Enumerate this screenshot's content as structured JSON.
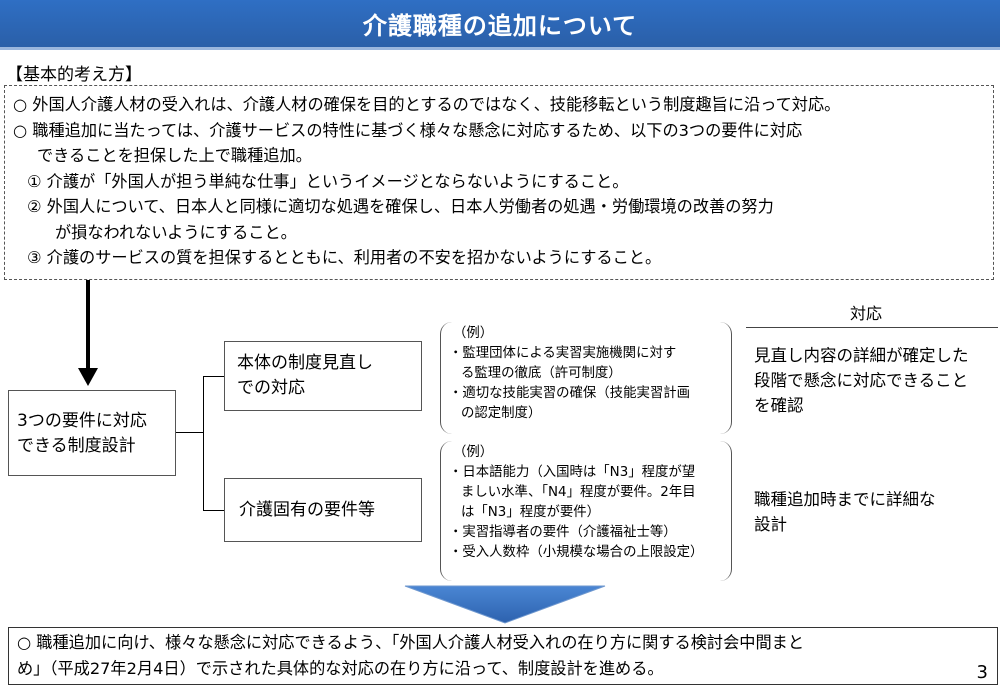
{
  "title": "介護職種の追加について",
  "basic_heading": "【基本的考え方】",
  "principles": {
    "line1": "○ 外国人介護人材の受入れは、介護人材の確保を目的とするのではなく、技能移転という制度趣旨に沿って対応。",
    "line2": "○ 職種追加に当たっては、介護サービスの特性に基づく様々な懸念に対応するため、以下の3つの要件に対応",
    "line2_cont": "できることを担保した上で職種追加。",
    "req1": "① 介護が「外国人が担う単純な仕事」というイメージとならないようにすること。",
    "req2": "② 外国人について、日本人と同様に適切な処遇を確保し、日本人労働者の処遇・労働環境の改善の努力",
    "req2_cont": "が損なわれないようにすること。",
    "req3": "③ 介護のサービスの質を担保するとともに、利用者の不安を招かないようにすること。"
  },
  "main_box": {
    "line1": "3つの要件に対応",
    "line2": "できる制度設計"
  },
  "review_box": {
    "line1": "本体の制度見直し",
    "line2": "での対応"
  },
  "specific_box": {
    "label": "介護固有の要件等"
  },
  "examples_review": {
    "label": "（例）",
    "item1a": "・監理団体による実習実施機関に対す",
    "item1b": "る監理の徹底（許可制度）",
    "item2a": "・適切な技能実習の確保（技能実習計画",
    "item2b": "の認定制度）"
  },
  "examples_specific": {
    "label": "（例）",
    "item1a": "・日本語能力（入国時は「N3」程度が望",
    "item1b": "ましい水準、「N4」程度が要件。2年目",
    "item1c": "は「N3」程度が要件）",
    "item2": "・実習指導者の要件（介護福祉士等）",
    "item3": "・受入人数枠（小規模な場合の上限設定）"
  },
  "response": {
    "heading": "対応",
    "r1_line1": "見直し内容の詳細が確定した",
    "r1_line2": "段階で懸念に対応できること",
    "r1_line3": "を確認",
    "r2_line1": "職種追加時までに詳細な",
    "r2_line2": "設計"
  },
  "conclusion": {
    "line1": "○ 職種追加に向け、様々な懸念に対応できるよう、「外国人介護人材受入れの在り方に関する検討会中間まと",
    "line2": "め」（平成27年2月4日）で示された具体的な対応の在り方に沿って、制度設計を進める。"
  },
  "page_number": "3",
  "colors": {
    "title_bg": "#2f6fc4",
    "arrow_fill": "#3f78c8"
  }
}
